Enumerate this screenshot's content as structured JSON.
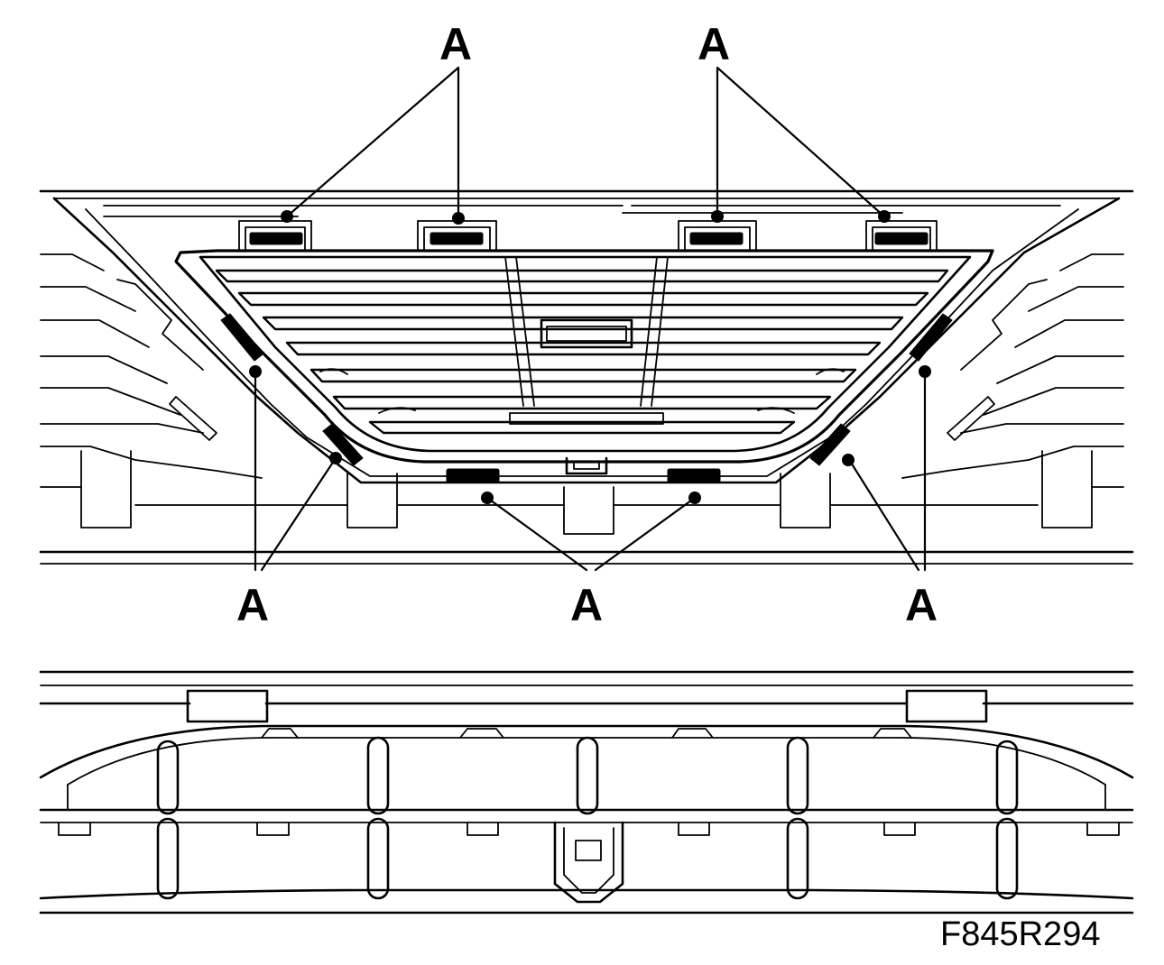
{
  "diagram": {
    "callouts": [
      {
        "id": "top-left-outer",
        "label": "A"
      },
      {
        "id": "top-right-outer",
        "label": "A"
      },
      {
        "id": "bottom-left",
        "label": "A"
      },
      {
        "id": "bottom-center",
        "label": "A"
      },
      {
        "id": "bottom-right",
        "label": "A"
      }
    ],
    "figure_ref": "F845R294"
  }
}
